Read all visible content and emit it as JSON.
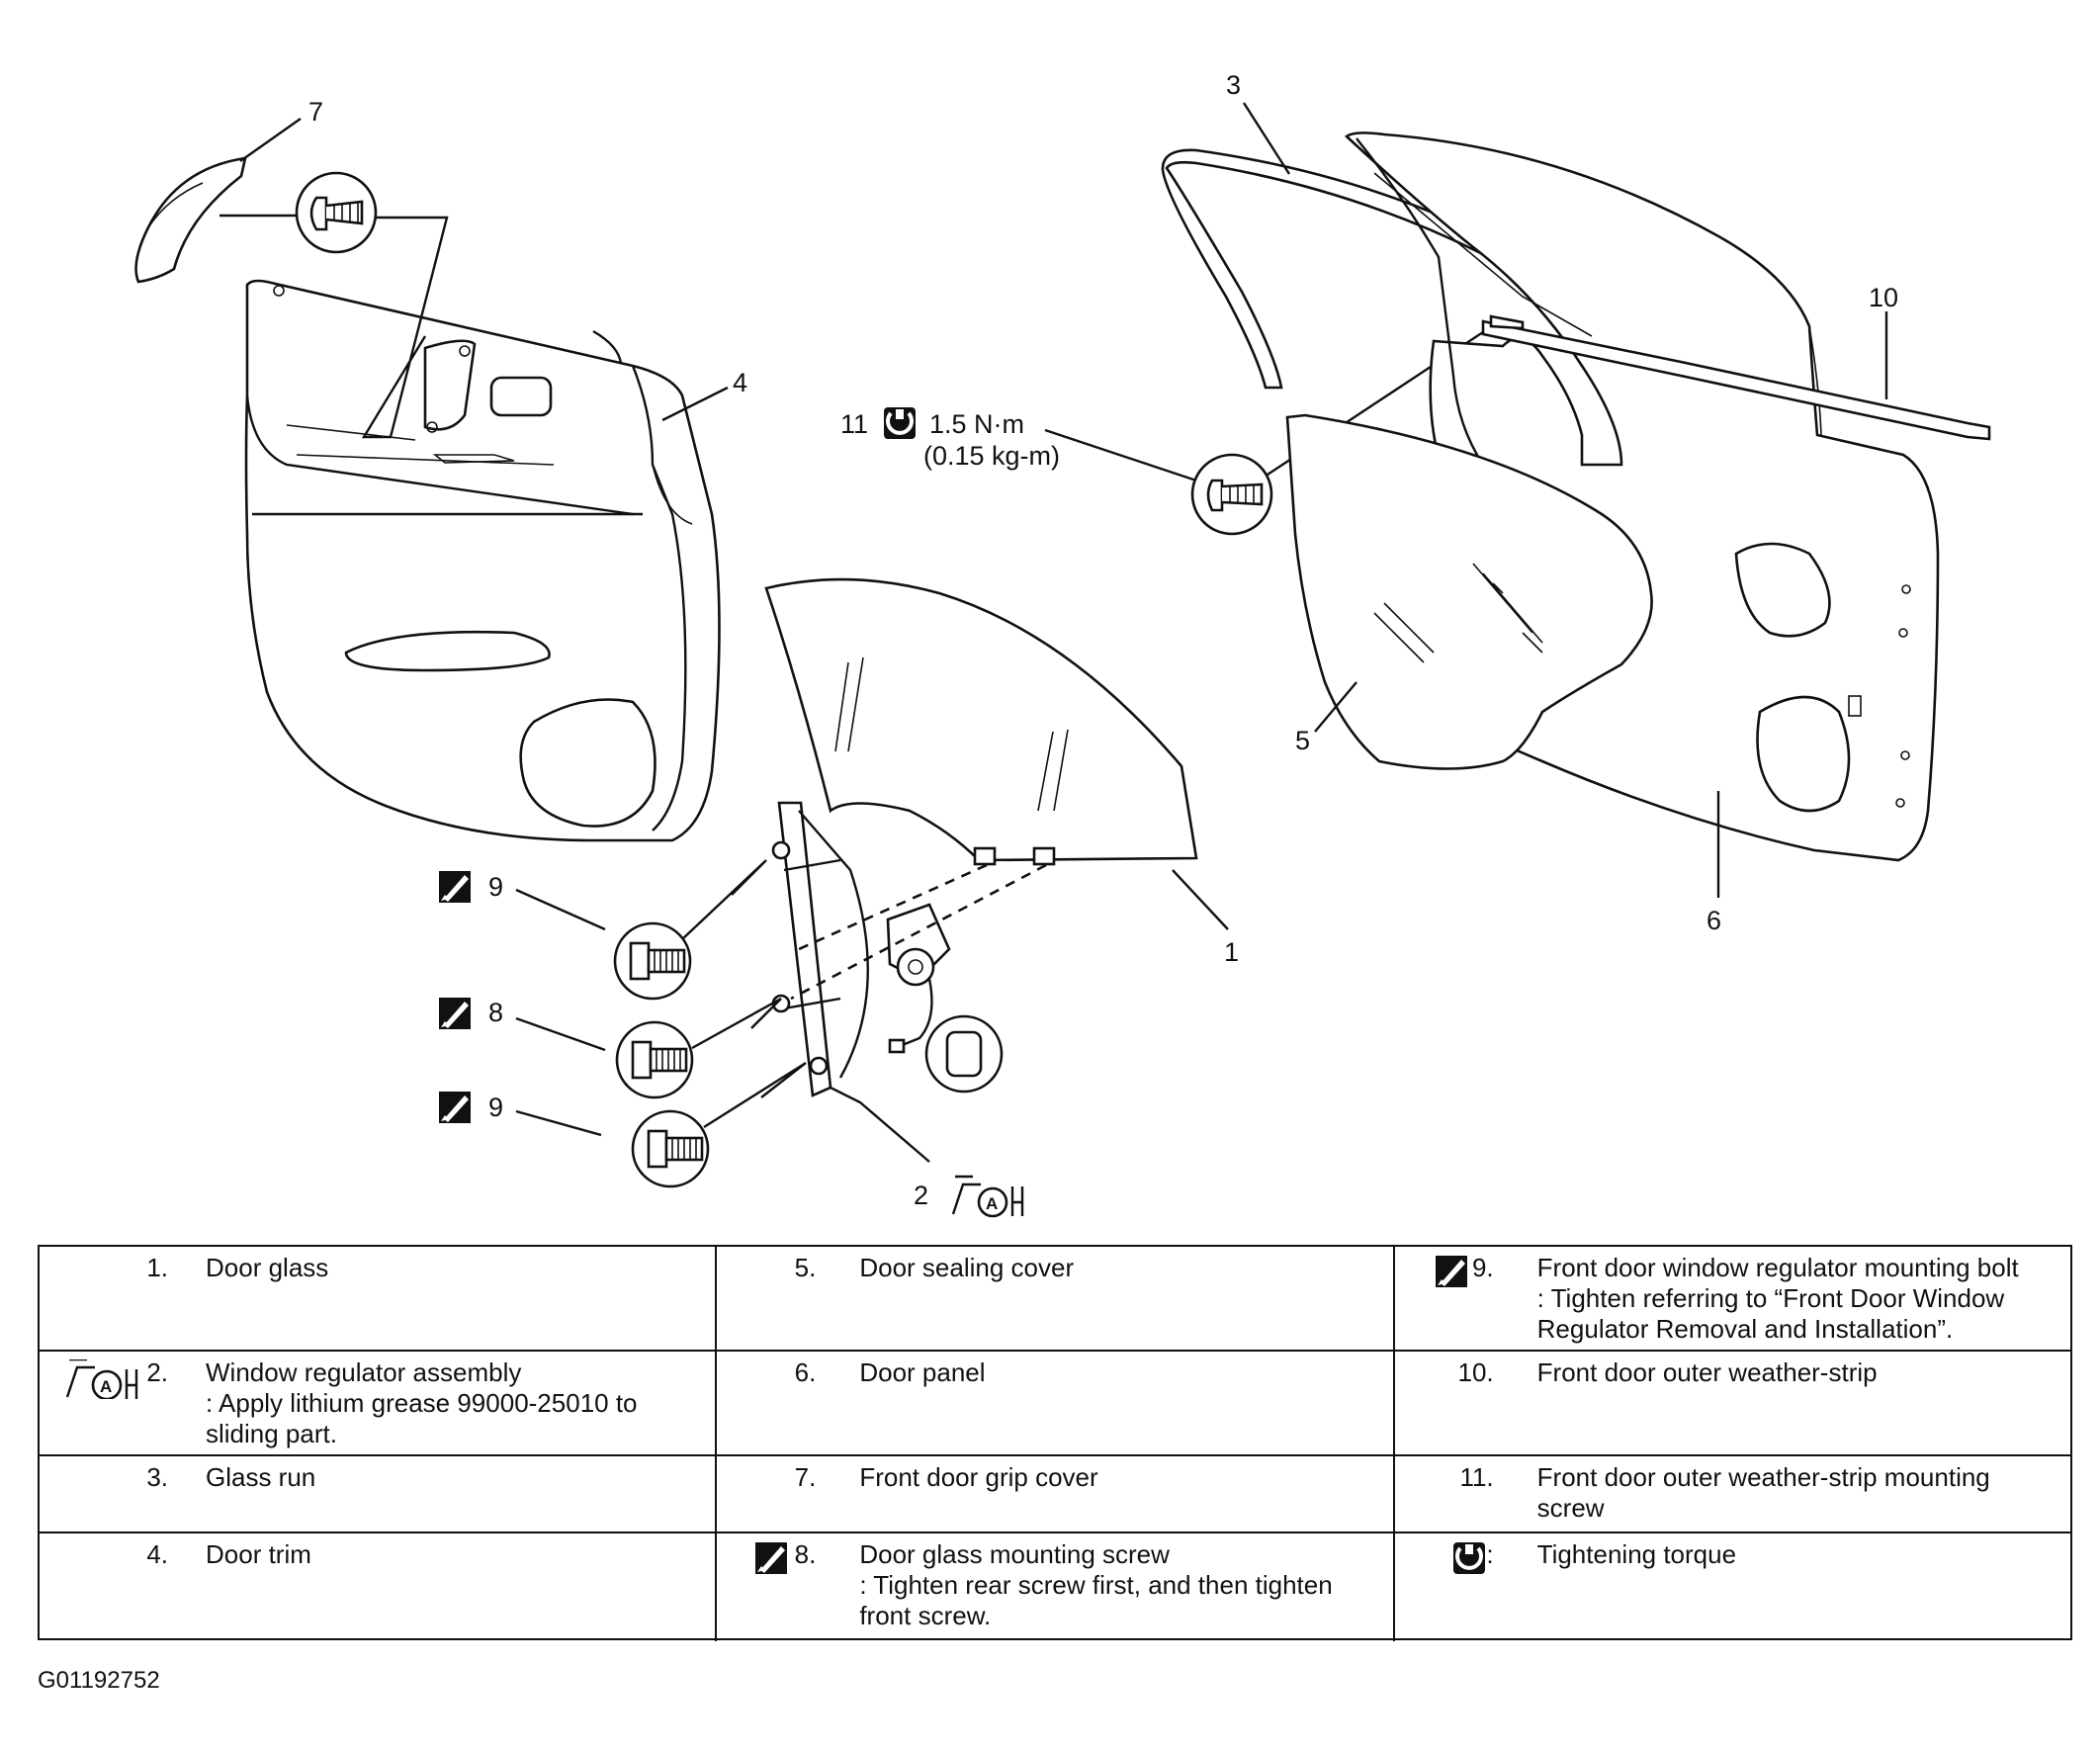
{
  "callouts": {
    "c1": "1",
    "c2": "2",
    "c3": "3",
    "c4": "4",
    "c5": "5",
    "c6": "6",
    "c7": "7",
    "c8": "8",
    "c9a": "9",
    "c9b": "9",
    "c10": "10",
    "c11": "11",
    "torque_value": "1.5 N·m",
    "torque_alt": "(0.15 kg-m)"
  },
  "legend": {
    "rows": [
      [
        {
          "num": "1.",
          "text": "Door glass"
        },
        {
          "num": "5.",
          "text": "Door sealing cover"
        },
        {
          "num": "9.",
          "text": "Front door window regulator mounting bolt",
          "note": ": Tighten referring to “Front Door Window Regulator Removal and Installation”."
        }
      ],
      [
        {
          "num": "2.",
          "text": "Window regulator assembly",
          "note": ": Apply lithium grease 99000-25010 to sliding part."
        },
        {
          "num": "6.",
          "text": "Door panel"
        },
        {
          "num": "10.",
          "text": "Front door outer weather-strip"
        }
      ],
      [
        {
          "num": "3.",
          "text": "Glass run"
        },
        {
          "num": "7.",
          "text": "Front door grip cover"
        },
        {
          "num": "11.",
          "text": "Front door outer weather-strip mounting screw"
        }
      ],
      [
        {
          "num": "4.",
          "text": "Door trim"
        },
        {
          "num": "8.",
          "text": "Door glass mounting screw",
          "note": ": Tighten rear screw first, and then tighten front screw."
        },
        {
          "num": ":",
          "text": "Tightening torque"
        }
      ]
    ]
  },
  "figure_id": "G01192752",
  "icons": [
    "tightening-spec-icon",
    "grease-apply-icon",
    "torque-icon"
  ]
}
